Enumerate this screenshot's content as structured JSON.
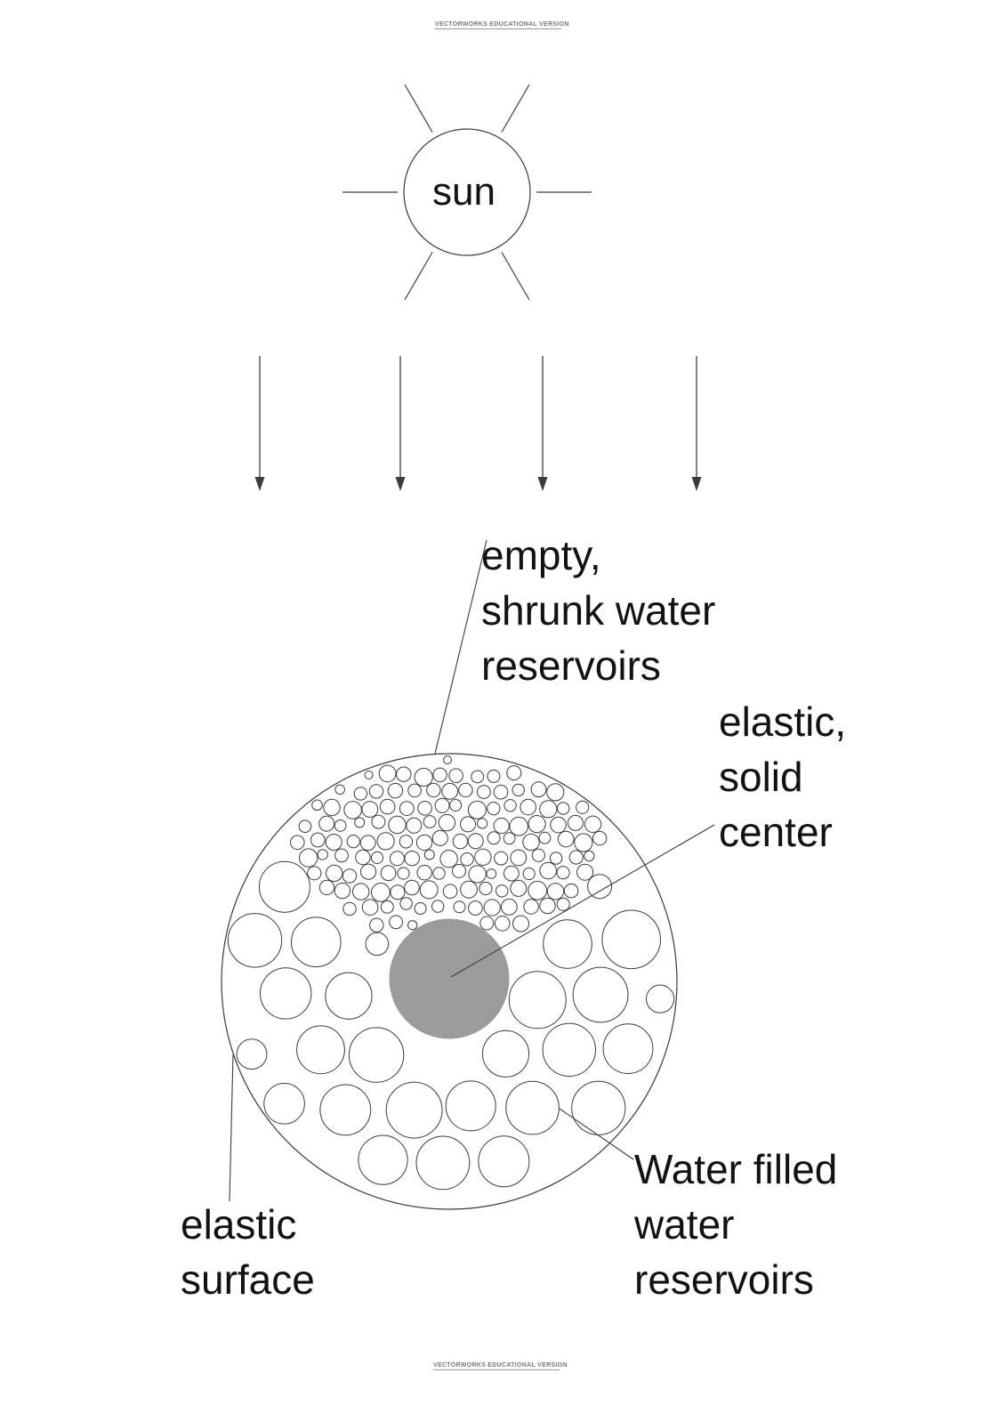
{
  "watermark": {
    "text": "VECTORWORKS EDUCATIONAL VERSION"
  },
  "sun": {
    "label": "sun"
  },
  "labels": {
    "empty_reservoirs": "empty,\nshrunk water\nreservoirs",
    "elastic_center": "elastic,\nsolid\ncenter",
    "elastic_surface": "elastic\nsurface",
    "water_filled": "Water filled\nwater\nreservoirs"
  },
  "colors": {
    "line": "#3c3c3c",
    "center_fill": "#9b9b9b",
    "text": "#121212",
    "background": "#ffffff"
  }
}
